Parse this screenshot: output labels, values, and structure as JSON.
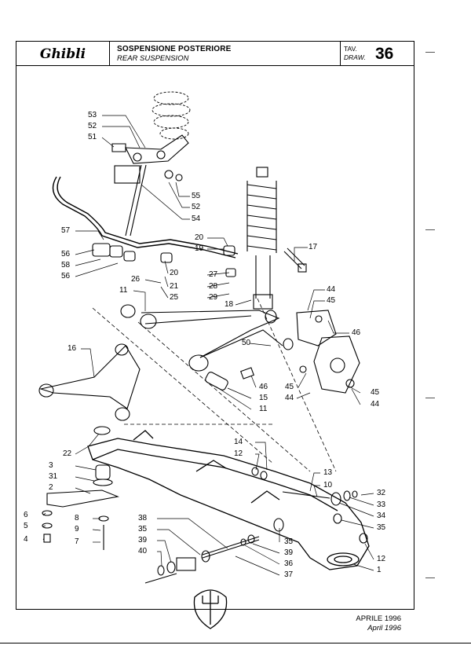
{
  "header": {
    "logo_text": "Ghibli",
    "title_it": "SOSPENSIONE POSTERIORE",
    "title_en": "REAR SUSPENSION",
    "tav_label": "TAV.",
    "draw_label": "DRAW.",
    "table_number": "36"
  },
  "labels": {
    "l53": "53",
    "l52a": "52",
    "l51": "51",
    "l55": "55",
    "l52b": "52",
    "l54": "54",
    "l57": "57",
    "l20a": "20",
    "l19": "19",
    "l17": "17",
    "l56a": "56",
    "l58": "58",
    "l56b": "56",
    "l20b": "20",
    "l27": "27",
    "l21": "21",
    "l28": "28",
    "l25": "25",
    "l29": "29",
    "l26": "26",
    "l11a": "11",
    "l18": "18",
    "l44a": "44",
    "l45a": "45",
    "l46a": "46",
    "l16": "16",
    "l50": "50",
    "l46b": "46",
    "l15": "15",
    "l11b": "11",
    "l45b": "45",
    "l44b": "44",
    "l45c": "45",
    "l44c": "44",
    "l22": "22",
    "l3": "3",
    "l31": "31",
    "l2": "2",
    "l6": "6",
    "l5": "5",
    "l4": "4",
    "l8": "8",
    "l9": "9",
    "l7": "7",
    "l14": "14",
    "l12a": "12",
    "l13": "13",
    "l10": "10",
    "l32": "32",
    "l33": "33",
    "l34": "34",
    "l35a": "35",
    "l38": "38",
    "l35b": "35",
    "l39a": "39",
    "l40": "40",
    "l35c": "35",
    "l39b": "39",
    "l36": "36",
    "l37": "37",
    "l12b": "12",
    "l1": "1"
  },
  "footer": {
    "date_it": "APRILE 1996",
    "date_en": "April 1996"
  }
}
